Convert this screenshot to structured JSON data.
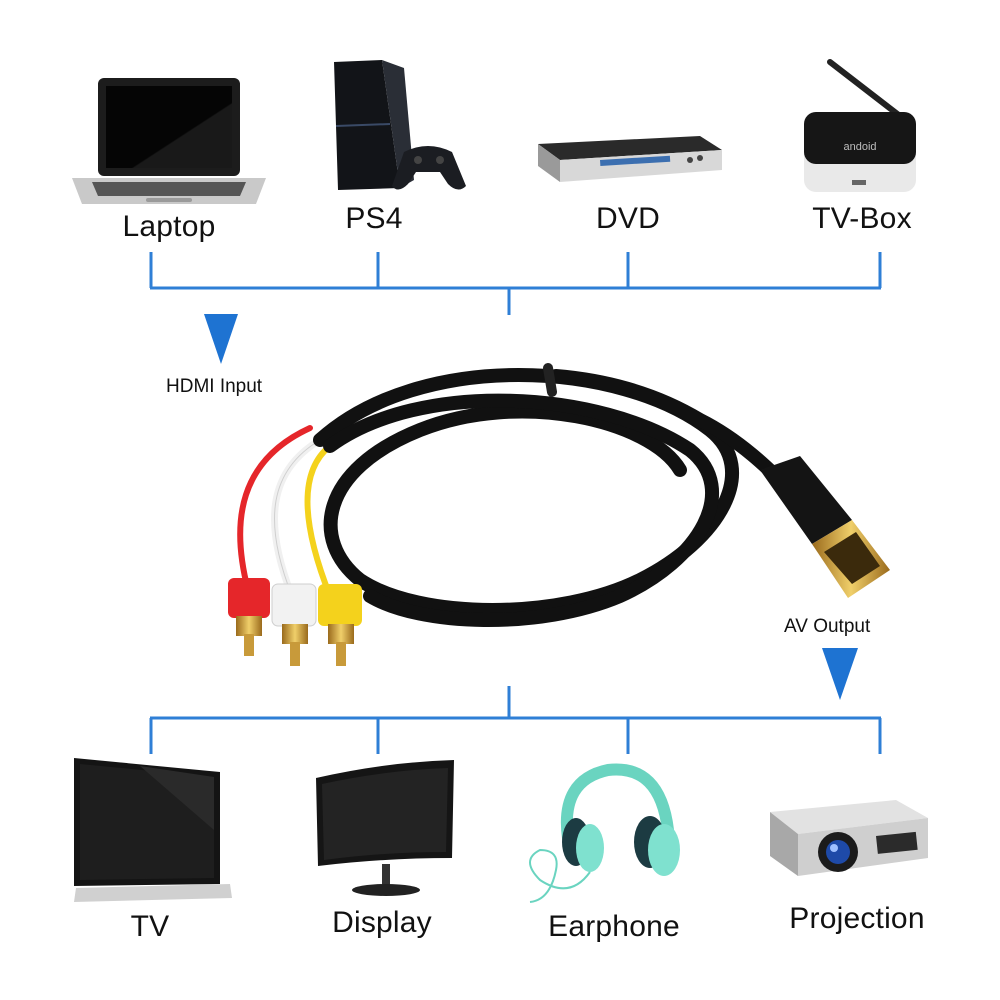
{
  "inputs": {
    "devices": [
      {
        "name": "Laptop",
        "icon": "laptop-icon"
      },
      {
        "name": "PS4",
        "icon": "ps4-console-icon"
      },
      {
        "name": "DVD",
        "icon": "dvd-player-icon"
      },
      {
        "name": "TV-Box",
        "icon": "tv-box-icon"
      }
    ],
    "direction_label": "HDMI Input"
  },
  "outputs": {
    "devices": [
      {
        "name": "TV",
        "icon": "tv-icon"
      },
      {
        "name": "Display",
        "icon": "monitor-icon"
      },
      {
        "name": "Earphone",
        "icon": "headphones-icon"
      },
      {
        "name": "Projection",
        "icon": "projector-icon"
      }
    ],
    "direction_label": "AV Output"
  },
  "tvbox_brand": "andoid",
  "colors": {
    "connector_line": "#2f7fd6",
    "arrow": "#1e73d2",
    "cable": "#111111",
    "rca_red": "#e5262a",
    "rca_white": "#f2f2f2",
    "rca_yellow": "#f4d21c",
    "gold": "#c89a3a"
  }
}
